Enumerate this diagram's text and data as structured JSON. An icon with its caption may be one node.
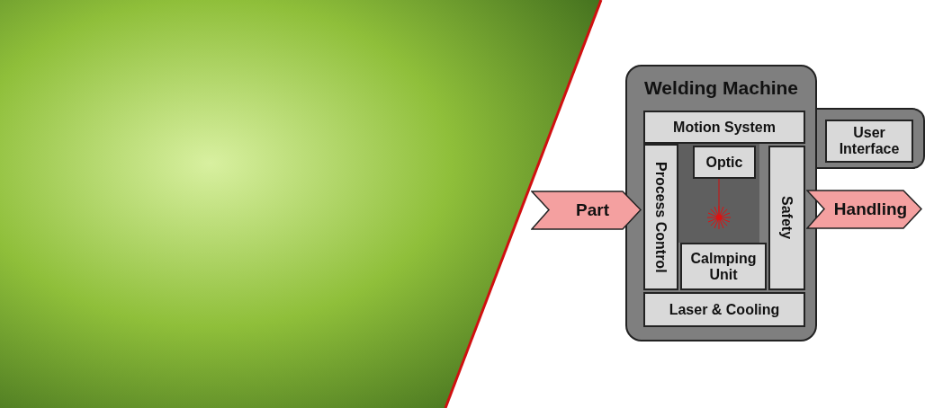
{
  "diagram": {
    "nodes": [
      {
        "text": [
          "Welding Machine"
        ]
      },
      {
        "text": [
          "Motion System"
        ],
        "in": 0
      },
      {
        "text": [
          "Process Control"
        ],
        "in": 0
      },
      {
        "text": [
          "Optic"
        ],
        "in": 0
      },
      {
        "text": [
          "Safety"
        ],
        "in": 0
      },
      {
        "text": [
          "Calmping Unit"
        ],
        "in": 0
      },
      {
        "text": [
          "Laser & Cooling"
        ],
        "in": 0
      },
      {
        "text": [],
        "shape": "box"
      },
      {
        "text": [
          "User Interface"
        ],
        "in": 7
      },
      {
        "text": [
          "Part"
        ]
      },
      {
        "text": [
          "Handling"
        ]
      }
    ]
  }
}
